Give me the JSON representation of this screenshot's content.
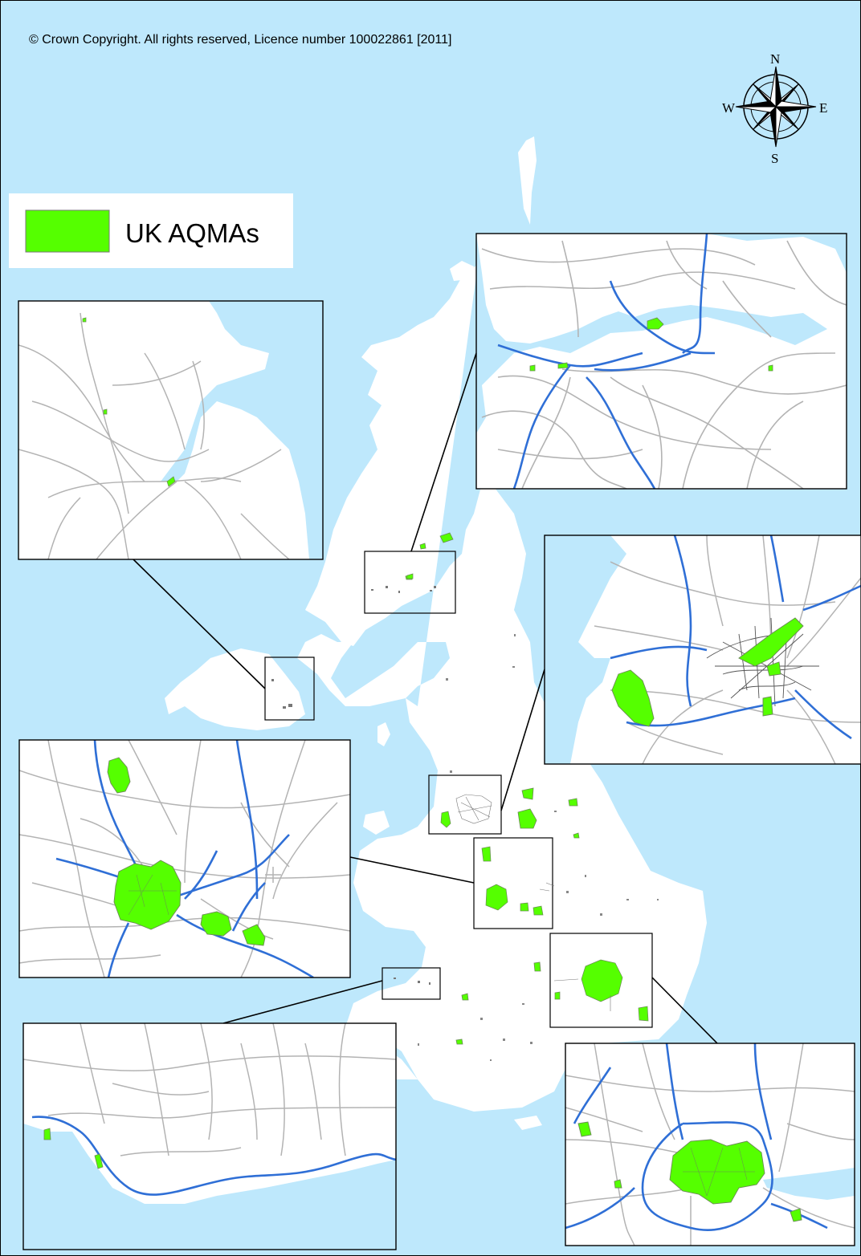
{
  "map": {
    "copyright": "© Crown Copyright. All rights reserved, Licence number 100022861 [2011]",
    "compass": {
      "n": "N",
      "s": "S",
      "e": "E",
      "w": "W"
    },
    "legend": {
      "label": "UK AQMAs",
      "swatch_color": "#55ff00"
    },
    "colors": {
      "sea": "#bee8fc",
      "land": "#ffffff",
      "road": "#b3b3b3",
      "motorway": "#2f6fd6",
      "aqma": "#55ff00",
      "aqma_outline": "#6a8a55"
    }
  }
}
